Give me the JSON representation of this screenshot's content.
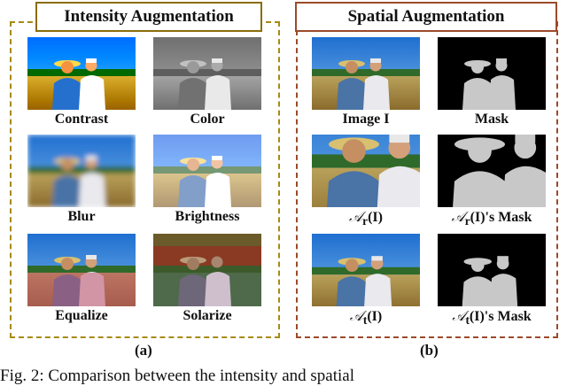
{
  "panels": {
    "a": {
      "title": "Intensity Augmentation",
      "label": "(a)"
    },
    "b": {
      "title": "Spatial Augmentation",
      "label": "(b)"
    }
  },
  "intensity_items": [
    "Contrast",
    "Color",
    "Blur",
    "Brightness",
    "Equalize",
    "Solarize"
  ],
  "spatial_items": {
    "image": "Image I",
    "mask": "Mask",
    "ar_sym": "𝒜",
    "ar_sub": "r",
    "ar_rest": "(I)",
    "ar_mask_rest": "(I)'s Mask",
    "at_sym": "𝒜",
    "at_sub": "t",
    "at_rest": "(I)",
    "at_mask_rest": "(I)'s Mask"
  },
  "figure_caption": "Fig. 2: Comparison between the intensity and spatial",
  "colors": {
    "panel_a": "#a88a12",
    "panel_b": "#9c4a2a",
    "sky": "#2f7fd6",
    "mask": "#c8c8c8"
  }
}
